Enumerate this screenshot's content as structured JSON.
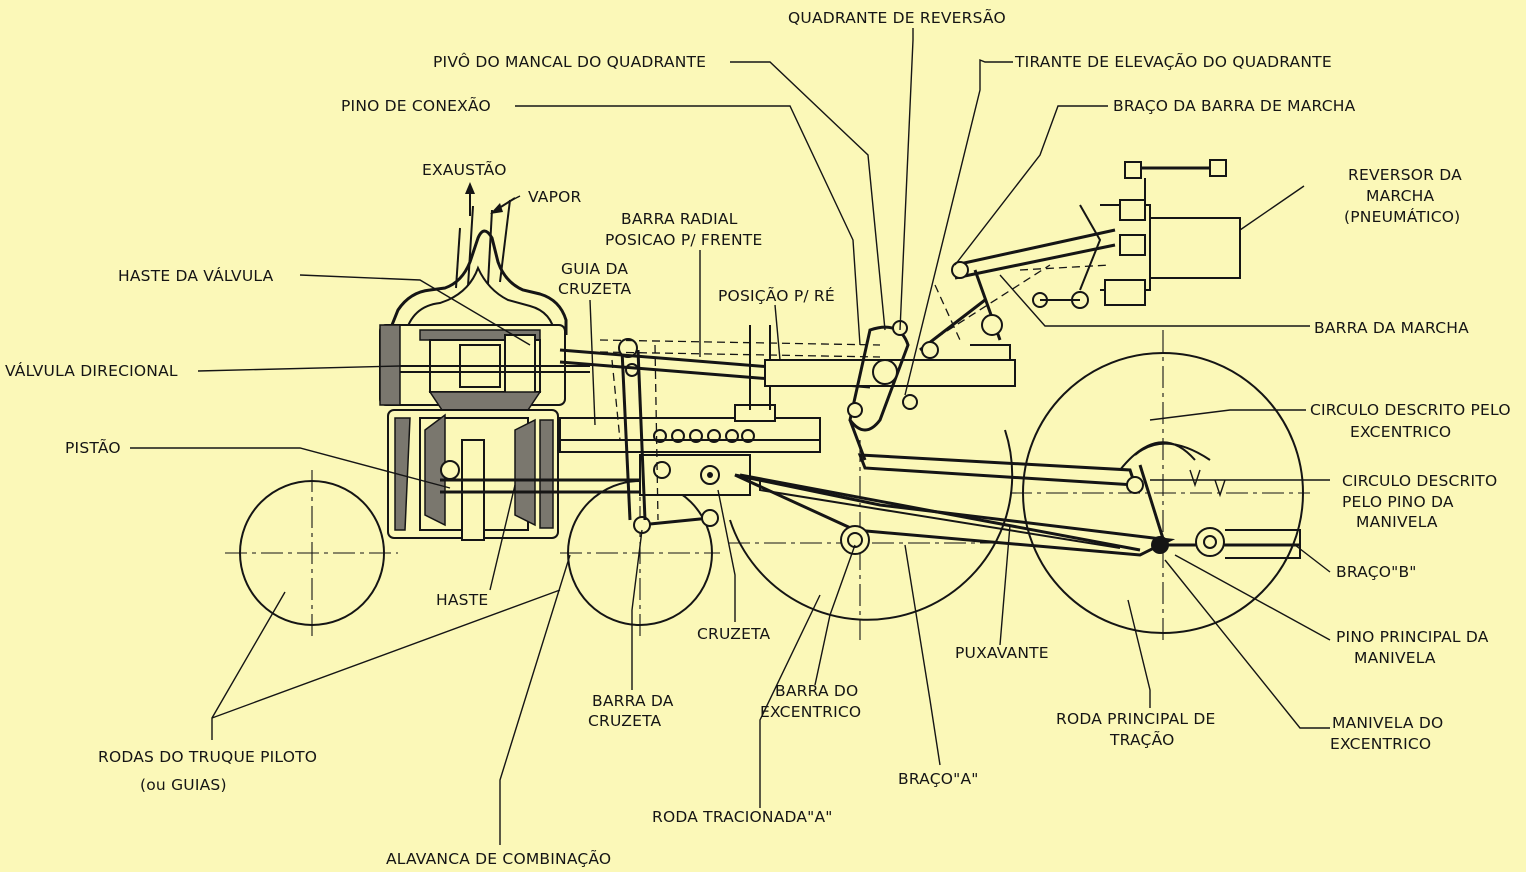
{
  "labels": {
    "quadrante_reversao": "QUADRANTE DE REVERSÃO",
    "pivo_mancal": "PIVÔ DO MANCAL DO QUADRANTE",
    "tirante_elevacao": "TIRANTE DE ELEVAÇÃO DO QUADRANTE",
    "pino_conexao": "PINO DE CONEXÃO",
    "braco_barra_marcha": "BRAÇO DA BARRA DE MARCHA",
    "exaustao": "EXAUSTÃO",
    "vapor": "VAPOR",
    "reversor_1": "REVERSOR DA",
    "reversor_2": "MARCHA",
    "reversor_3": "(PNEUMÁTICO)",
    "barra_radial_1": "BARRA RADIAL",
    "barra_radial_2": "POSICAO P/ FRENTE",
    "haste_valvula": "HASTE DA VÁLVULA",
    "guia_cruzeta_1": "GUIA DA",
    "guia_cruzeta_2": "CRUZETA",
    "posicao_re": "POSIÇÃO P/ RÉ",
    "barra_marcha": "BARRA DA MARCHA",
    "valvula_direcional": "VÁLVULA DIRECIONAL",
    "circulo_excentrico_1": "CIRCULO DESCRITO PELO",
    "circulo_excentrico_2": "EXCENTRICO",
    "pistao": "PISTÃO",
    "circulo_pino_1": "CIRCULO DESCRITO",
    "circulo_pino_2": "PELO PINO DA",
    "circulo_pino_3": "MANIVELA",
    "braco_b": "BRAÇO\"B\"",
    "haste": "HASTE",
    "cruzeta": "CRUZETA",
    "pino_principal_1": "PINO PRINCIPAL DA",
    "pino_principal_2": "MANIVELA",
    "puxavante": "PUXAVANTE",
    "barra_cruzeta_1": "BARRA DA",
    "barra_cruzeta_2": "CRUZETA",
    "barra_excentrico_1": "BARRA DO",
    "barra_excentrico_2": "EXCENTRICO",
    "roda_principal_1": "RODA PRINCIPAL DE",
    "roda_principal_2": "TRAÇÃO",
    "manivela_excentrico_1": "MANIVELA DO",
    "manivela_excentrico_2": "EXCENTRICO",
    "rodas_truque_1": "RODAS DO TRUQUE PILOTO",
    "rodas_truque_2": "(ou GUIAS)",
    "braco_a": "BRAÇO\"A\"",
    "roda_tracionada": "RODA TRACIONADA\"A\"",
    "alavanca_combinacao": "ALAVANCA DE COMBINAÇÃO"
  },
  "colors": {
    "background": "#fbf8b8",
    "ink": "#151515"
  }
}
